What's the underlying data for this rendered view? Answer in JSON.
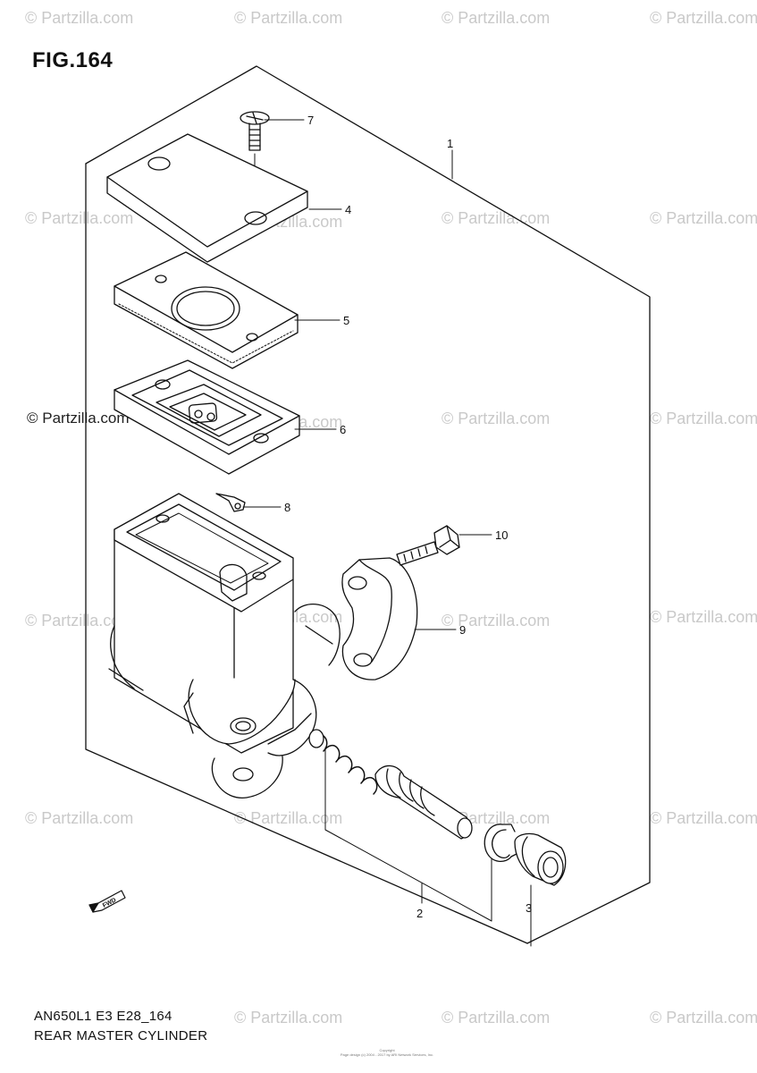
{
  "figure": {
    "title": "FIG.164",
    "model_code": "AN650L1 E3 E28_164",
    "assembly_name": "REAR MASTER CYLINDER"
  },
  "watermark": {
    "text": "© Partzilla.com",
    "featured_text": "© Partzilla.com"
  },
  "callouts": {
    "c1": "1",
    "c2": "2",
    "c3": "3",
    "c4": "4",
    "c5": "5",
    "c6": "6",
    "c7": "7",
    "c8": "8",
    "c9": "9",
    "c10": "10"
  },
  "direction_badge": "FWD",
  "copyright": {
    "line1": "Copyright",
    "line2": "Page design (c) 2004 - 2017 by ARI Network Services, Inc."
  },
  "colors": {
    "line": "#111111",
    "watermark": "#c9c9c9"
  }
}
